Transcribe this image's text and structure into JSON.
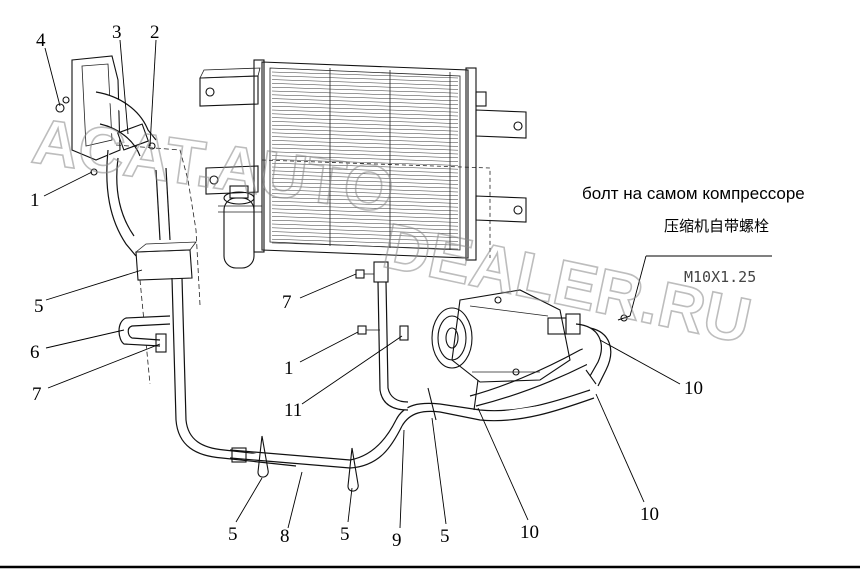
{
  "notes": {
    "russian": "болт на самом компрессоре",
    "chinese": "压缩机自带螺栓",
    "bolt_spec": "M10X1.25"
  },
  "watermark": {
    "line1": "ACAT.AUTO",
    "line2": "DEALER.RU"
  },
  "callouts": [
    {
      "id": "c4a",
      "text": "4"
    },
    {
      "id": "c3",
      "text": "3"
    },
    {
      "id": "c2",
      "text": "2"
    },
    {
      "id": "c1a",
      "text": "1"
    },
    {
      "id": "c5a",
      "text": "5"
    },
    {
      "id": "c6",
      "text": "6"
    },
    {
      "id": "c7a",
      "text": "7"
    },
    {
      "id": "c7b",
      "text": "7"
    },
    {
      "id": "c1b",
      "text": "1"
    },
    {
      "id": "c11",
      "text": "11"
    },
    {
      "id": "c10a",
      "text": "10"
    },
    {
      "id": "c10b",
      "text": "10"
    },
    {
      "id": "c10c",
      "text": "10"
    },
    {
      "id": "c5b",
      "text": "5"
    },
    {
      "id": "c8",
      "text": "8"
    },
    {
      "id": "c5c",
      "text": "5"
    },
    {
      "id": "c9",
      "text": "9"
    },
    {
      "id": "c5d",
      "text": "5"
    }
  ]
}
